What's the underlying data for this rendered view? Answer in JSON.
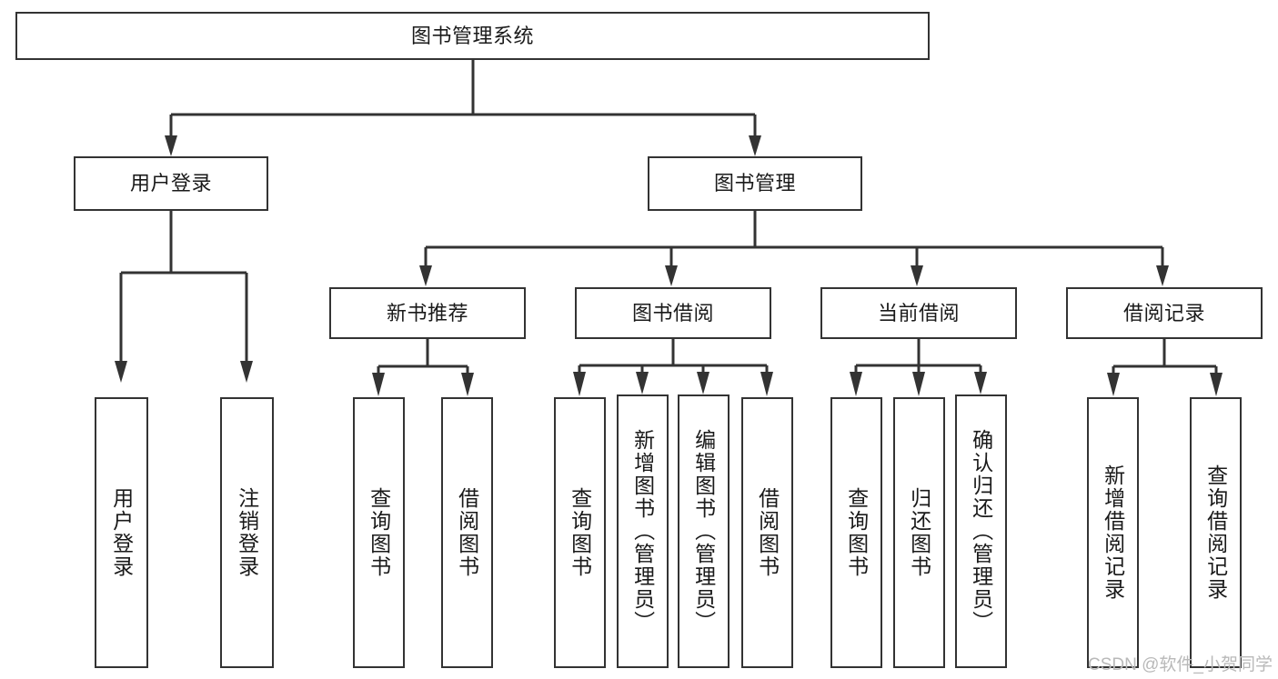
{
  "diagram": {
    "type": "tree",
    "title": "图书管理系统",
    "watermark": "CSDN @软件_小贺同学",
    "colors": {
      "stroke": "#333333",
      "fill": "#ffffff",
      "text": "#1a1a1a",
      "watermark": "#b9b9b9"
    },
    "nodes": {
      "root": {
        "label": "图书管理系统",
        "level": 0
      },
      "l1": [
        {
          "id": "user-login",
          "label": "用户登录"
        },
        {
          "id": "book-manage",
          "label": "图书管理"
        }
      ],
      "l2": [
        {
          "id": "new-book-rec",
          "label": "新书推荐",
          "parent": "book-manage"
        },
        {
          "id": "book-borrow",
          "label": "图书借阅",
          "parent": "book-manage"
        },
        {
          "id": "current-borrow",
          "label": "当前借阅",
          "parent": "book-manage"
        },
        {
          "id": "borrow-record",
          "label": "借阅记录",
          "parent": "book-manage"
        }
      ],
      "leaves": [
        {
          "id": "leaf-user-login",
          "label": "用户登录",
          "parent": "user-login"
        },
        {
          "id": "leaf-user-logout",
          "label": "注销登录",
          "parent": "user-login"
        },
        {
          "id": "leaf-query-book-1",
          "label": "查询图书",
          "parent": "new-book-rec"
        },
        {
          "id": "leaf-borrow-book-1",
          "label": "借阅图书",
          "parent": "new-book-rec"
        },
        {
          "id": "leaf-query-book-2",
          "label": "查询图书",
          "parent": "book-borrow"
        },
        {
          "id": "leaf-add-book",
          "label": "新增图书（管理员）",
          "parent": "book-borrow"
        },
        {
          "id": "leaf-edit-book",
          "label": "编辑图书（管理员）",
          "parent": "book-borrow"
        },
        {
          "id": "leaf-borrow-book-2",
          "label": "借阅图书",
          "parent": "book-borrow"
        },
        {
          "id": "leaf-query-book-3",
          "label": "查询图书",
          "parent": "current-borrow"
        },
        {
          "id": "leaf-return-book",
          "label": "归还图书",
          "parent": "current-borrow"
        },
        {
          "id": "leaf-confirm-return",
          "label": "确认归还（管理员）",
          "parent": "current-borrow"
        },
        {
          "id": "leaf-add-record",
          "label": "新增借阅记录",
          "parent": "borrow-record"
        },
        {
          "id": "leaf-query-record",
          "label": "查询借阅记录",
          "parent": "borrow-record"
        }
      ]
    }
  }
}
